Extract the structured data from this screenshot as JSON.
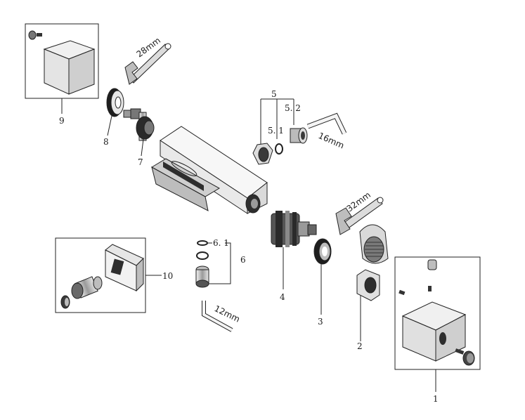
{
  "labels": {
    "p1": "1",
    "p2": "2",
    "p3": "3",
    "p4": "4",
    "p5": "5",
    "p5_1": "5. 1",
    "p5_2": "5. 2",
    "p6": "6",
    "p6_1": "6. 1",
    "p7": "7",
    "p8": "8",
    "p9": "9",
    "p10": "10"
  },
  "tools": {
    "wrench_28": "28mm",
    "wrench_32": "32mm",
    "hex_16": "16mm",
    "hex_12": "12mm"
  },
  "colors": {
    "line": "#222222",
    "dark_part": "#1a1a1a",
    "mid_part": "#7a7a7a",
    "light_part": "#d9d9d9",
    "background": "#ffffff"
  }
}
